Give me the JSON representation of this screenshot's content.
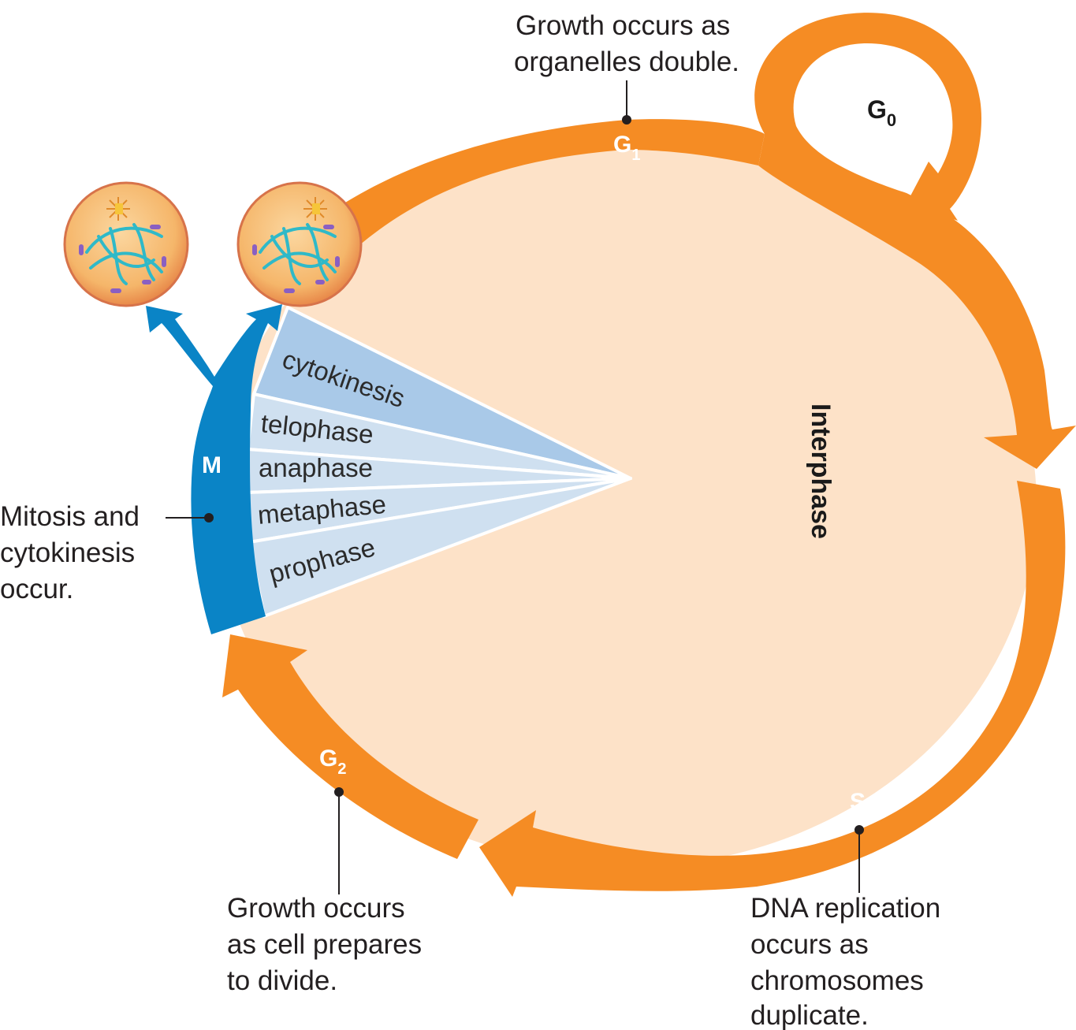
{
  "phases": {
    "g0": "G",
    "g0_sub": "0",
    "g1": "G",
    "g1_sub": "1",
    "g2": "G",
    "g2_sub": "2",
    "s": "S",
    "m": "M",
    "interphase": "Interphase"
  },
  "mitosis_stages": [
    "cytokinesis",
    "telophase",
    "anaphase",
    "metaphase",
    "prophase"
  ],
  "annotations": {
    "g1": [
      "Growth occurs as",
      "organelles double."
    ],
    "m": [
      "Mitosis and",
      "cytokinesis",
      "occur."
    ],
    "g2": [
      "Growth occurs",
      "as cell prepares",
      "to divide."
    ],
    "s": [
      "DNA replication",
      "occurs as",
      "chromosomes",
      "duplicate."
    ]
  },
  "colors": {
    "orange": "#f58c24",
    "interphase_fill": "#fde2c8",
    "blue": "#0a84c6",
    "wedge_light": "#cfe0f0",
    "wedge_dark": "#a9c9e8"
  }
}
